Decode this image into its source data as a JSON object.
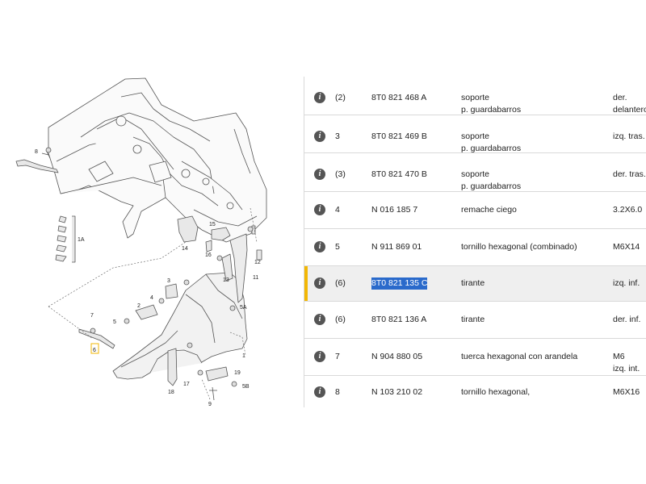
{
  "diagram": {
    "callouts": [
      "8",
      "1A",
      "14",
      "15",
      "16",
      "12",
      "11",
      "13",
      "3",
      "2",
      "4",
      "5",
      "7",
      "6",
      "5A",
      "1",
      "17",
      "19",
      "18",
      "5B",
      "9"
    ],
    "colors": {
      "line": "#555555",
      "fill": "#f2f2f2"
    }
  },
  "parts": {
    "info_icon": "info-icon",
    "accent_color": "#f2b705",
    "selected_index": 5,
    "rows": [
      {
        "pos": "(2)",
        "number": "8T0 821 468 A",
        "desc": [
          "soporte",
          "p. guardabarros"
        ],
        "note": [
          "der.",
          "delantero"
        ]
      },
      {
        "pos": "3",
        "number": "8T0 821 469 B",
        "desc": [
          "soporte",
          "p. guardabarros"
        ],
        "note": [
          "",
          "izq. tras."
        ]
      },
      {
        "pos": "(3)",
        "number": "8T0 821 470 B",
        "desc": [
          "soporte",
          "p. guardabarros"
        ],
        "note": [
          "",
          "der. tras."
        ]
      },
      {
        "pos": "4",
        "number": "N   016 185 7",
        "desc": [
          "remache ciego"
        ],
        "note": [
          "3.2X6.0"
        ]
      },
      {
        "pos": "5",
        "number": "N   911 869 01",
        "desc": [
          "tornillo hexagonal (combinado)"
        ],
        "note": [
          "M6X14"
        ]
      },
      {
        "pos": "(6)",
        "number": "8T0 821 135 C",
        "desc": [
          "tirante"
        ],
        "note": [
          "izq. inf."
        ]
      },
      {
        "pos": "(6)",
        "number": "8T0 821 136 A",
        "desc": [
          "tirante"
        ],
        "note": [
          "der. inf."
        ]
      },
      {
        "pos": "7",
        "number": "N   904 880 05",
        "desc": [
          "tuerca hexagonal con arandela"
        ],
        "note": [
          "M6",
          "izq. int."
        ]
      },
      {
        "pos": "8",
        "number": "N   103 210 02",
        "desc": [
          "tornillo hexagonal,"
        ],
        "note": [
          "M6X16"
        ]
      }
    ]
  }
}
